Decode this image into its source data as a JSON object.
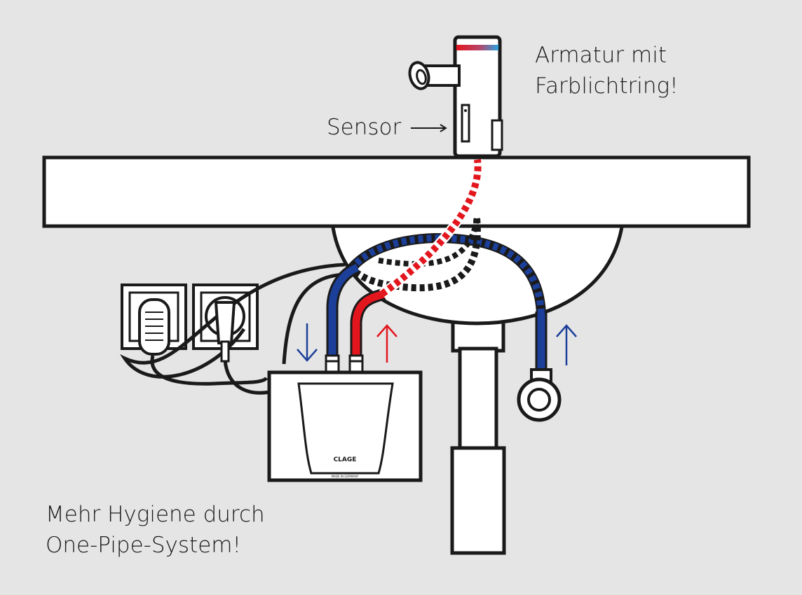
{
  "labels": {
    "armatur_line1": "Armatur mit",
    "armatur_line2": "Farblichtring!",
    "sensor": "Sensor",
    "hygiene_line1": "Mehr Hygiene durch",
    "hygiene_line2": "One-Pipe-System!"
  },
  "heater": {
    "brand": "CLAGE",
    "made_in": "MADE IN GERMANY"
  },
  "colors": {
    "background": "#e5e5e5",
    "outline": "#1a1a1a",
    "hot_water": "#e3161e",
    "cold_water": "#1c3f9a",
    "fixture_fill": "#ffffff"
  }
}
